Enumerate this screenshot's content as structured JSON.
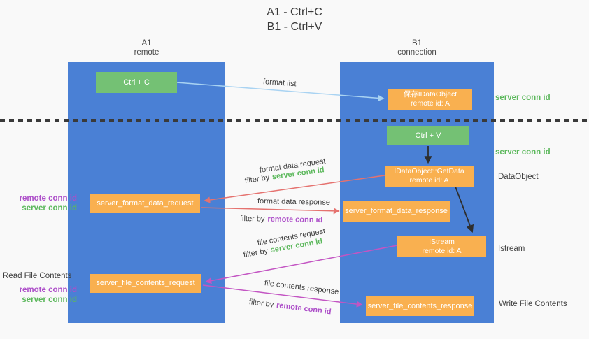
{
  "title": {
    "line1": "A1 - Ctrl+C",
    "line2": "B1 - Ctrl+V"
  },
  "lanes": {
    "left": {
      "name": "A1",
      "subtitle": "remote"
    },
    "right": {
      "name": "B1",
      "subtitle": "connection"
    }
  },
  "boxes": {
    "ctrl_c": {
      "label": "Ctrl + C"
    },
    "save_idataobject": {
      "line1": "保存IDataObject",
      "line2": "remote id: A"
    },
    "ctrl_v": {
      "label": "Ctrl + V"
    },
    "idataobject_getdata": {
      "line1": "IDataObject::GetData",
      "line2": "remote id: A"
    },
    "server_format_data_request": {
      "label": "server_format_data_request"
    },
    "server_format_data_response": {
      "label": "server_format_data_response"
    },
    "istream": {
      "line1": "IStream",
      "line2": "remote id: A"
    },
    "server_file_contents_request": {
      "label": "server_file_contents_request"
    },
    "server_file_contents_response": {
      "label": "server_file_contents_response"
    }
  },
  "annotations": {
    "server_conn_id_top": "server conn id",
    "server_conn_id_mid": "server conn id",
    "dataobject": "DataObject",
    "istream": "Istream",
    "write_file_contents": "Write File Contents",
    "read_file_contents": "Read File Contents",
    "req1_remote_conn_id": "remote conn id",
    "req1_server_conn_id": "server conn id",
    "req2_remote_conn_id": "remote conn id",
    "req2_server_conn_id": "server conn id"
  },
  "arrows": {
    "format_list": {
      "label": "format list"
    },
    "format_data_request": {
      "label": "format data request",
      "filter_prefix": "filter by",
      "filter_value": "server conn id"
    },
    "format_data_response": {
      "label": "format data response",
      "filter_prefix": "filter by",
      "filter_value": "remote conn id"
    },
    "file_contents_request": {
      "label": "file contents request",
      "filter_prefix": "filter by",
      "filter_value": "server conn id"
    },
    "file_contents_response": {
      "label": "file contents response",
      "filter_prefix": "filter by",
      "filter_value": "remote conn id"
    }
  },
  "colors": {
    "lane_blue": "#4a80d5",
    "box_green": "#74c174",
    "box_orange": "#f9b050",
    "arrow_light_blue": "#a9d3f2",
    "arrow_red": "#e5726f",
    "arrow_magenta": "#c355c3",
    "arrow_black": "#2e2e2e",
    "text_green": "#5cb85c",
    "text_purple": "#ad4fc9"
  }
}
